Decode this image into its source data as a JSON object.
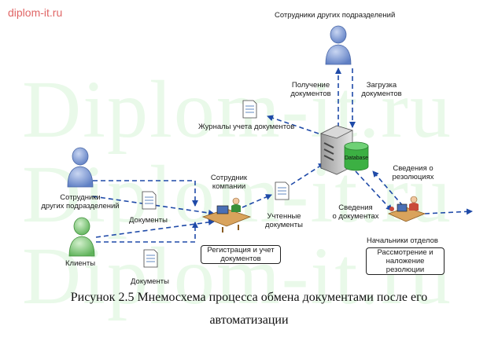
{
  "site_label": "diplom-it.ru",
  "watermark": "Diplom-it.ru",
  "labels": {
    "employees_top": "Сотрудники других подразделений",
    "receive_docs": [
      "Получение",
      "документов"
    ],
    "upload_docs": [
      "Загрузка",
      "документов"
    ],
    "journals": "Журналы учета документов",
    "employees_left": [
      "Сотрудники",
      "других подразделений"
    ],
    "documents_1": "Документы",
    "clients": "Клиенты",
    "documents_2": "Документы",
    "company_employee": [
      "Сотрудник",
      "компании"
    ],
    "registration": [
      "Регистрация и учет",
      "документов"
    ],
    "counted_docs": [
      "Учтенные",
      "документы"
    ],
    "database": "Database",
    "info_resolutions": [
      "Сведения о",
      "резолюциях"
    ],
    "info_docs": [
      "Сведения",
      "о документах"
    ],
    "heads": "Начальники отделов",
    "review": [
      "Рассмотрение и",
      "наложение",
      "резолюции"
    ]
  },
  "caption": {
    "line1": "Рисунок 2.5  Мнемосхема процесса обмена документами после его",
    "line2": "автоматизации"
  },
  "colors": {
    "arrow": "#1f4aa8",
    "person_blue": "#7a96cf",
    "person_green": "#7fc47a",
    "watermark": "#e9f9e9"
  }
}
